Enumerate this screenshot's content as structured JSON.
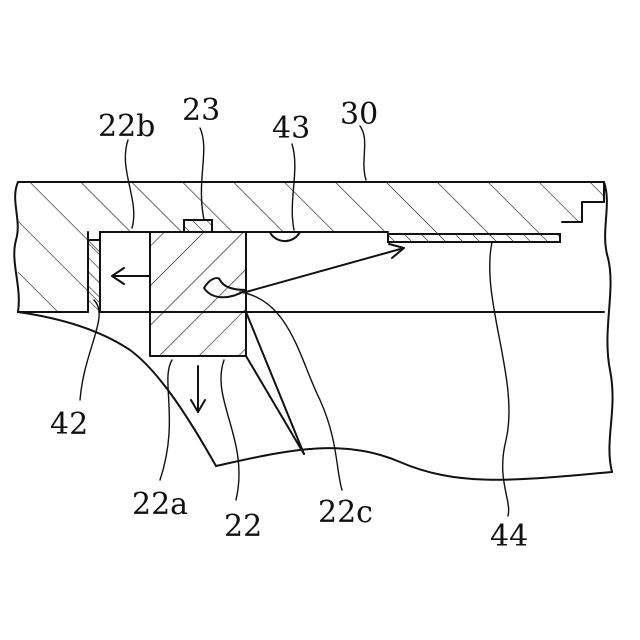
{
  "labels": {
    "ref_30": "30",
    "ref_43": "43",
    "ref_23": "23",
    "ref_22b": "22b",
    "ref_42": "42",
    "ref_22a": "22a",
    "ref_22": "22",
    "ref_22c": "22c",
    "ref_44": "44"
  }
}
